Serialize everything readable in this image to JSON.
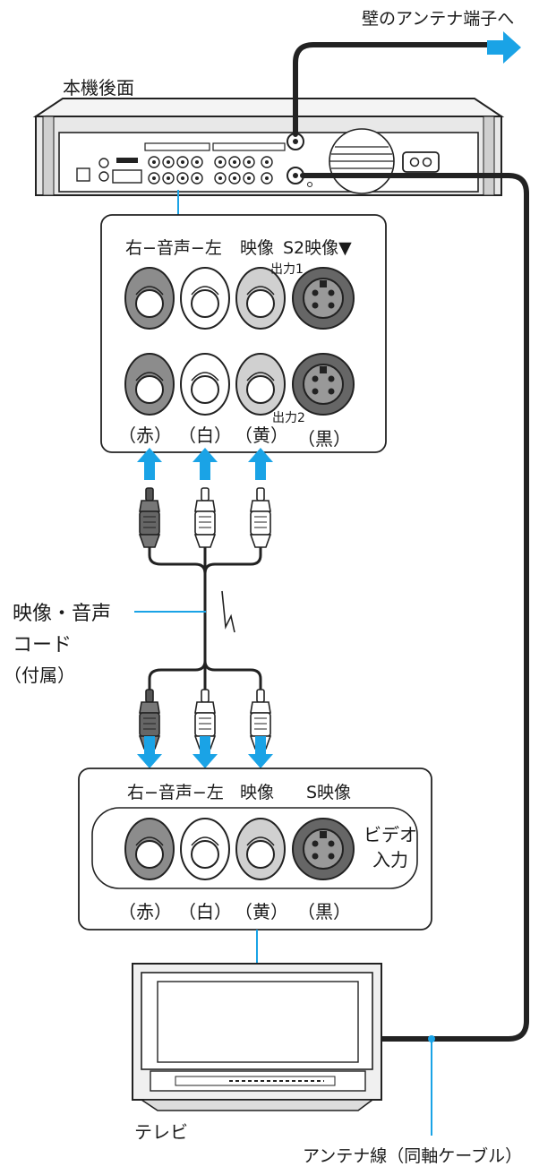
{
  "antenna_dest": "壁のアンテナ端子へ",
  "recorder_label": "本機後面",
  "out_panel": {
    "header_audio": "右−音声−左",
    "header_video": "映像",
    "header_s2": "S2映像▼",
    "out1": "出力1",
    "out2": "出力2",
    "colors": [
      "（赤）",
      "（白）",
      "（黄）",
      "（黒）"
    ]
  },
  "cable": {
    "line1": "映像・音声",
    "line2": "コード",
    "line3": "（付属）"
  },
  "tv_panel": {
    "header_audio": "右−音声−左",
    "header_video": "映像",
    "header_s": "S映像",
    "input_line1": "ビデオ",
    "input_line2": "入力",
    "colors": [
      "（赤）",
      "（白）",
      "（黄）",
      "（黒）"
    ]
  },
  "tv_label": "テレビ",
  "antenna_cable": "アンテナ線（同軸ケーブル）",
  "palette": {
    "arrow": "#1aa3e6",
    "leader": "#1aa3e6",
    "red_jack": "#8c8c8c",
    "white_jack": "#ffffff",
    "yellow_jack": "#d0d0d0",
    "black_jack": "#6e6e6e"
  }
}
